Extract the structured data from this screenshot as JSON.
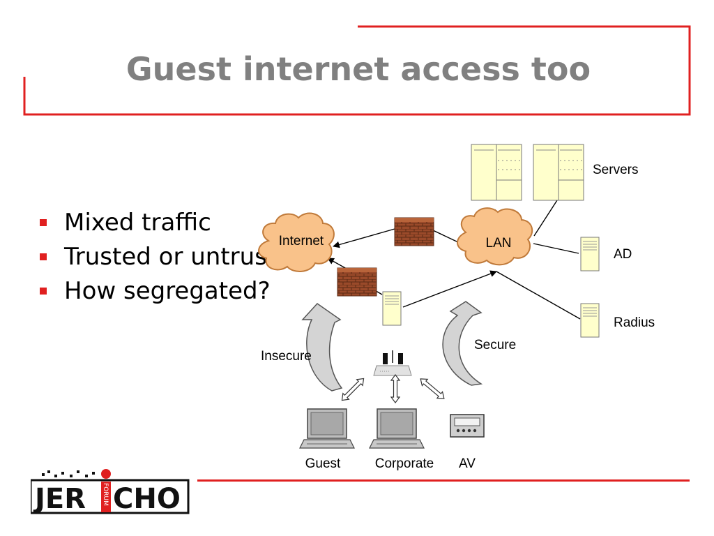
{
  "slide": {
    "title": "Guest internet access too",
    "bullets": [
      "Mixed traffic",
      "Trusted or untrusted?",
      "How segregated?"
    ]
  },
  "diagram": {
    "nodes": {
      "internet": "Internet",
      "lan": "LAN",
      "servers": "Servers",
      "ad": "AD",
      "radius": "Radius",
      "guest": "Guest",
      "corporate": "Corporate",
      "av": "AV"
    },
    "flows": {
      "insecure": "Insecure",
      "secure": "Secure"
    }
  },
  "logo": {
    "left": "JER",
    "right": "CHO",
    "vertical": "FORUM"
  },
  "colors": {
    "accent_red": "#e02020",
    "title_gray": "#808080",
    "cloud_fill": "#f9c28a",
    "server_fill": "#ffffcc",
    "brick": "#9a4a2a"
  },
  "icons": [
    "cloud-icon",
    "firewall-icon",
    "server-icon",
    "wireless-access-point-icon",
    "laptop-icon",
    "av-device-icon",
    "curved-arrow-icon"
  ]
}
